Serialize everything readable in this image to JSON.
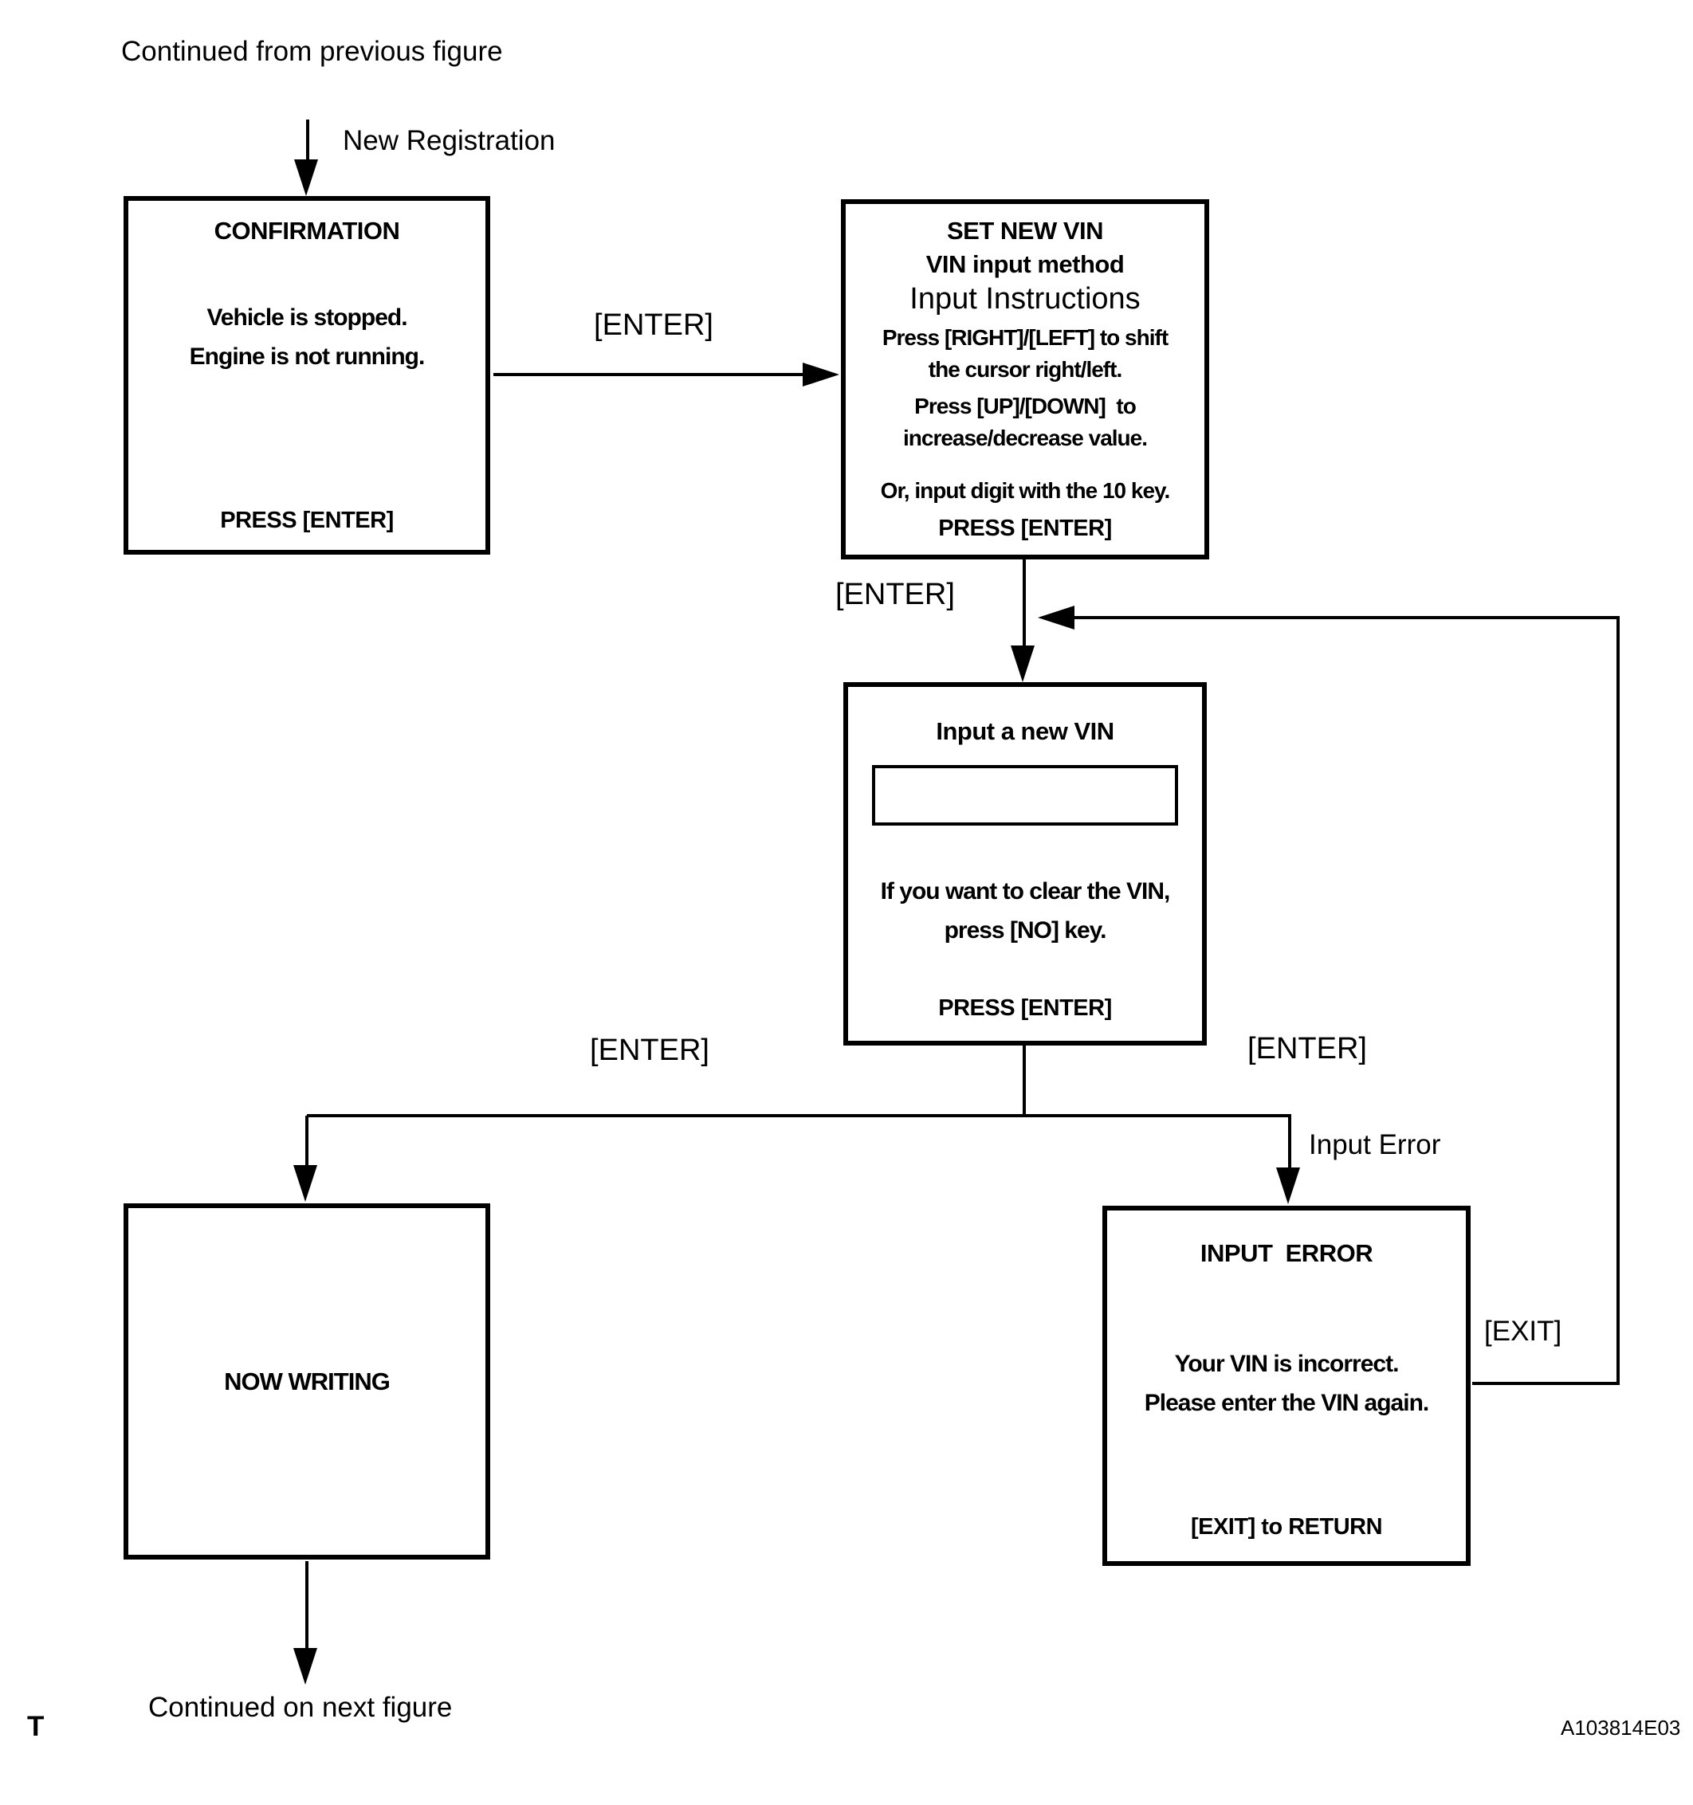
{
  "diagram": {
    "top_note": "Continued from previous figure",
    "bottom_note": "Continued on next figure",
    "page_marker": "T",
    "figure_code": "A103814E03",
    "colors": {
      "line": "#000000",
      "background": "#ffffff"
    },
    "labels": {
      "new_registration": "New Registration",
      "enter_confirm_to_setvin": "[ENTER]",
      "enter_setvin_to_input": "[ENTER]",
      "enter_to_writing": "[ENTER]",
      "enter_to_error": "[ENTER]",
      "input_error": "Input Error",
      "exit": "[EXIT]"
    },
    "boxes": {
      "confirmation": {
        "title": "CONFIRMATION",
        "body_line1": "Vehicle is stopped.",
        "body_line2": "Engine is not running.",
        "footer": "PRESS [ENTER]"
      },
      "set_new_vin": {
        "title": "SET NEW VIN",
        "subtitle": "VIN input method",
        "instructions_heading": "Input Instructions",
        "line1": "Press [RIGHT]/[LEFT] to shift",
        "line2": "the cursor right/left.",
        "line3": "Press [UP]/[DOWN]  to",
        "line4": "increase/decrease value.",
        "line5": "Or, input digit with the 10 key.",
        "footer": "PRESS [ENTER]"
      },
      "input_new_vin": {
        "title": "Input a new VIN",
        "field_value": "",
        "body_line1": "If you want to clear the VIN,",
        "body_line2": "press [NO] key.",
        "footer": "PRESS [ENTER]"
      },
      "now_writing": {
        "title": "NOW WRITING"
      },
      "input_error": {
        "title": "INPUT  ERROR",
        "body_line1": "Your VIN is incorrect.",
        "body_line2": "Please enter the VIN again.",
        "footer": "[EXIT] to RETURN"
      }
    }
  }
}
